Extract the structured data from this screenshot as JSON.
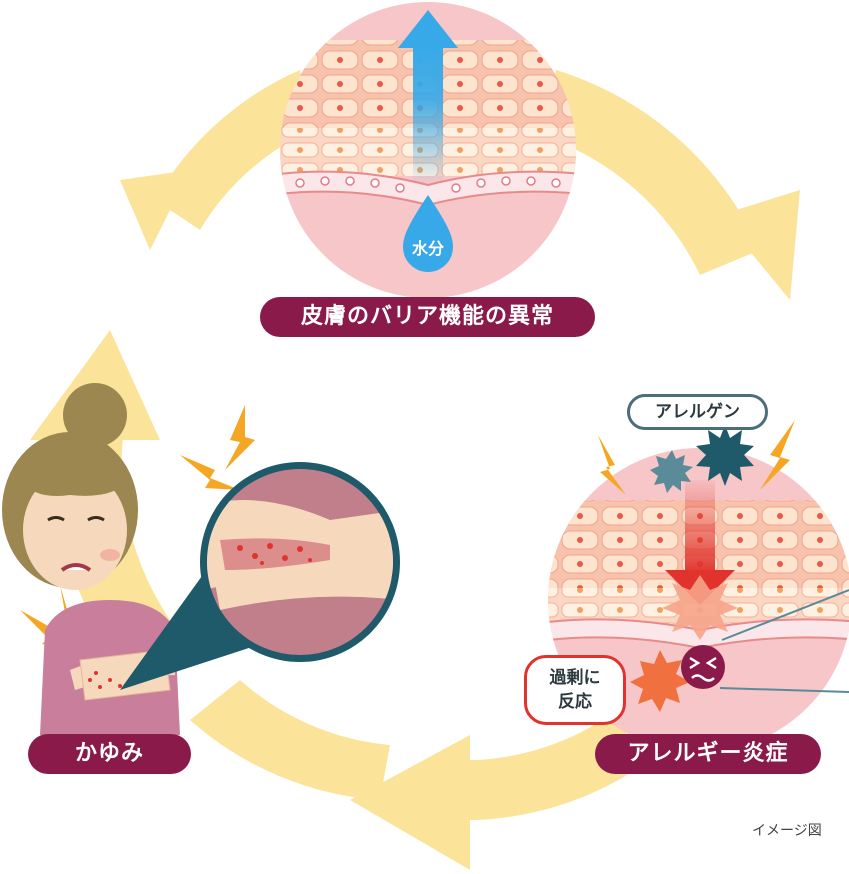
{
  "labels": {
    "barrier": "皮膚のバリア機能の異常",
    "allergy": "アレルギー炎症",
    "itch": "かゆみ",
    "allergen": "アレルゲン",
    "water": "水分",
    "overreact_line1": "過剰に",
    "overreact_line2": "反応",
    "caption": "イメージ図"
  },
  "colors": {
    "cycle_arrow": "#fbe49a",
    "label_bg": "#8a1a4a",
    "skin": "#f6b3a3",
    "dermis": "#f7c6c8",
    "water_arrow": "#37a9e8",
    "red_arrow": "#e0332d",
    "allergen_dark": "#1f5a6b",
    "allergen_light": "#5b8a99",
    "spark": "#f5a623"
  }
}
